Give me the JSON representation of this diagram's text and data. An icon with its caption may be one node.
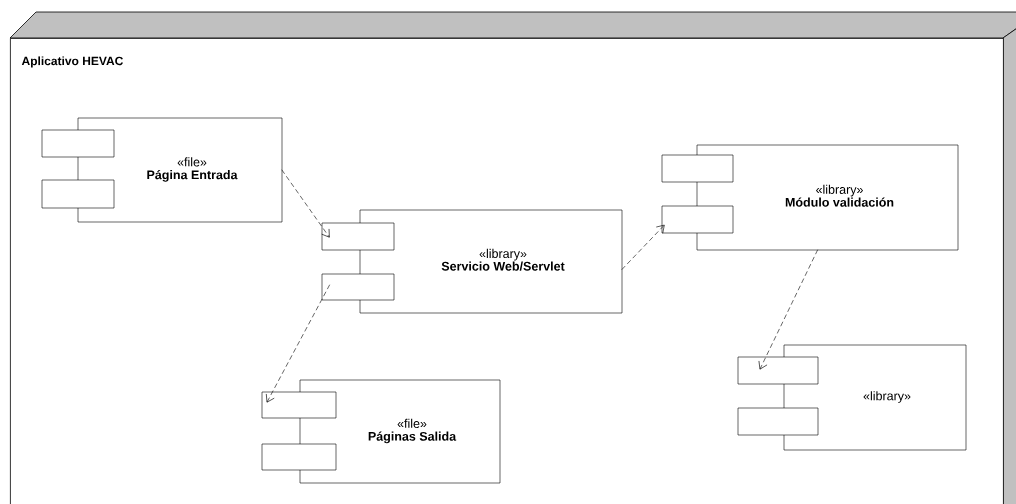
{
  "diagram": {
    "nodes": [
      {
        "text": [
          "Aplicativo HEVAC"
        ]
      },
      {
        "text": [
          "«file»",
          "Página Entrada"
        ],
        "in": 0
      },
      {
        "text": [
          "«library»",
          "Servicio Web/Servlet"
        ],
        "in": 0
      },
      {
        "text": [
          "«library»",
          "Módulo validación"
        ],
        "in": 0
      },
      {
        "text": [
          "«file»",
          "Páginas Salida"
        ],
        "in": 0
      },
      {
        "text": [
          "«library»"
        ],
        "in": 0
      }
    ],
    "edges": [
      {
        "from": 1,
        "to": 2,
        "arrow": "to",
        "style": "dashed"
      },
      {
        "from": 2,
        "to": 3,
        "arrow": "to",
        "style": "dashed"
      },
      {
        "from": 2,
        "to": 4,
        "arrow": "to",
        "style": "dashed"
      },
      {
        "from": 3,
        "to": 5,
        "arrow": "to",
        "style": "dashed"
      }
    ]
  }
}
